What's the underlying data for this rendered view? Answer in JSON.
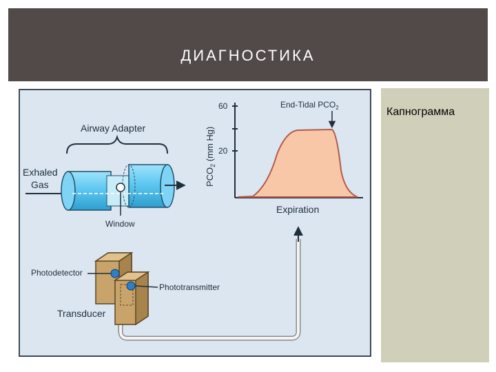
{
  "slide": {
    "title": "ДИАГНОСТИКА",
    "side_label": "Капнограмма"
  },
  "figure": {
    "airway_adapter": "Airway Adapter",
    "exhaled_line1": "Exhaled",
    "exhaled_line2": "Gas",
    "window": "Window",
    "y_axis_label": "PCO",
    "y_axis_sub": "2",
    "y_axis_units": "(mm Hg)",
    "tick_60": "60",
    "tick_20": "20",
    "end_tidal": "End-Tidal PCO",
    "end_tidal_sub": "2",
    "expiration": "Expiration",
    "photodetector": "Photodetector",
    "phototransmitter": "Phototransmitter",
    "transducer": "Transducer"
  },
  "colors": {
    "header_bg": "#514a48",
    "figure_bg": "#dbe6f1",
    "side_panel_bg": "#cfcfba",
    "adapter_blue": "#5ec8f0",
    "curve_fill": "#f7c7a8",
    "curve_stroke": "#b35a4a",
    "transducer_tan": "#c9a46a"
  }
}
